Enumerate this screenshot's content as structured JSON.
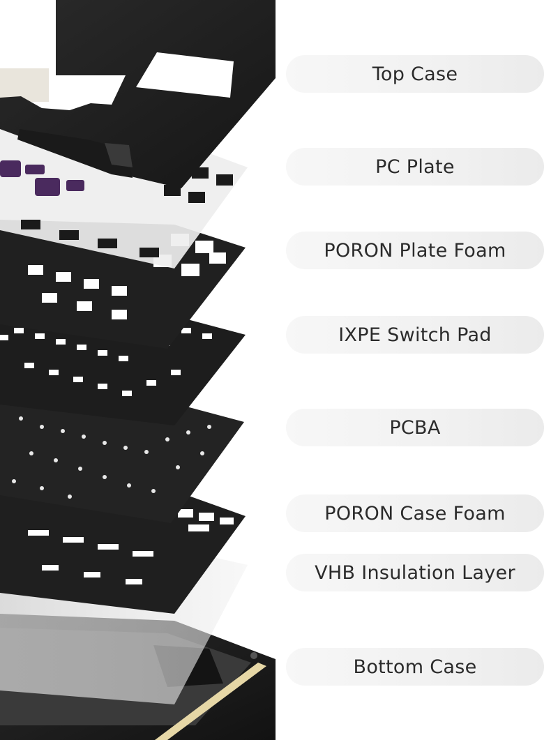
{
  "layers": [
    {
      "id": "top-case",
      "label": "Top Case"
    },
    {
      "id": "pc-plate",
      "label": "PC Plate"
    },
    {
      "id": "poron-plate-foam",
      "label": "PORON Plate Foam"
    },
    {
      "id": "ixpe-switch-pad",
      "label": "IXPE Switch Pad"
    },
    {
      "id": "pcba",
      "label": "PCBA"
    },
    {
      "id": "poron-case-foam",
      "label": "PORON Case Foam"
    },
    {
      "id": "vhb-insulation-layer",
      "label": "VHB Insulation Layer"
    },
    {
      "id": "bottom-case",
      "label": "Bottom Case"
    }
  ],
  "colors": {
    "background": "#ffffff",
    "label_text": "#2b2b2b",
    "pill_background": "#f1f1f1",
    "case_black": "#1c1c1c",
    "plate_white": "#eeeeee",
    "switch_purple": "#4a2a5e",
    "accent_gold": "#e6d7a6"
  }
}
